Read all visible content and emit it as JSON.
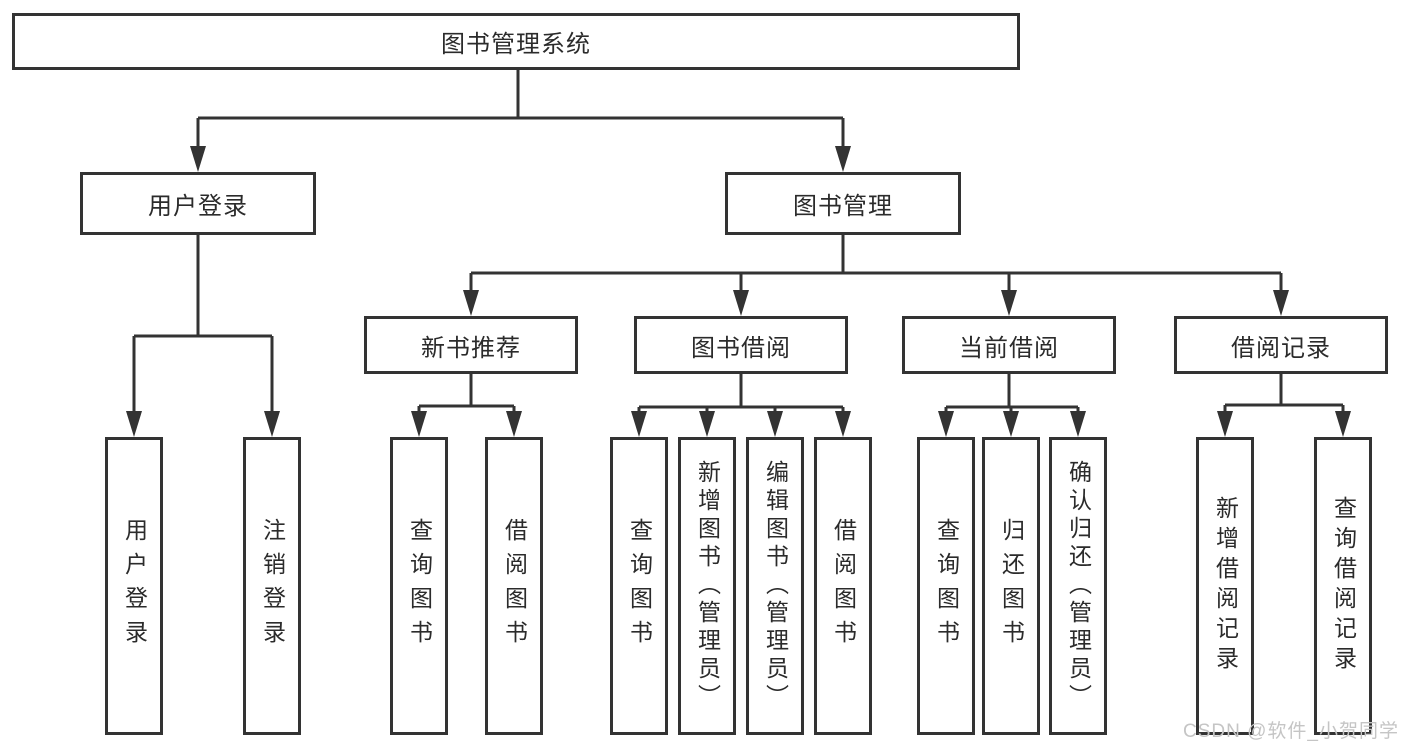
{
  "diagram": {
    "root": "图书管理系统",
    "branches": [
      {
        "label": "用户登录",
        "leaves": [
          "用户登录",
          "注销登录"
        ]
      },
      {
        "label": "图书管理",
        "groups": [
          {
            "label": "新书推荐",
            "leaves": [
              "查询图书",
              "借阅图书"
            ]
          },
          {
            "label": "图书借阅",
            "leaves": [
              "查询图书",
              "新增图书（管理员）",
              "编辑图书（管理员）",
              "借阅图书"
            ]
          },
          {
            "label": "当前借阅",
            "leaves": [
              "查询图书",
              "归还图书",
              "确认归还（管理员）"
            ]
          },
          {
            "label": "借阅记录",
            "leaves": [
              "新增借阅记录",
              "查询借阅记录"
            ]
          }
        ]
      }
    ]
  },
  "watermark": "CSDN @软件_小贺同学",
  "colors": {
    "line": "#333333",
    "box_border": "#333333",
    "text": "#2b2b2b",
    "watermark_text": "#c5c5c5",
    "background": "#ffffff"
  }
}
